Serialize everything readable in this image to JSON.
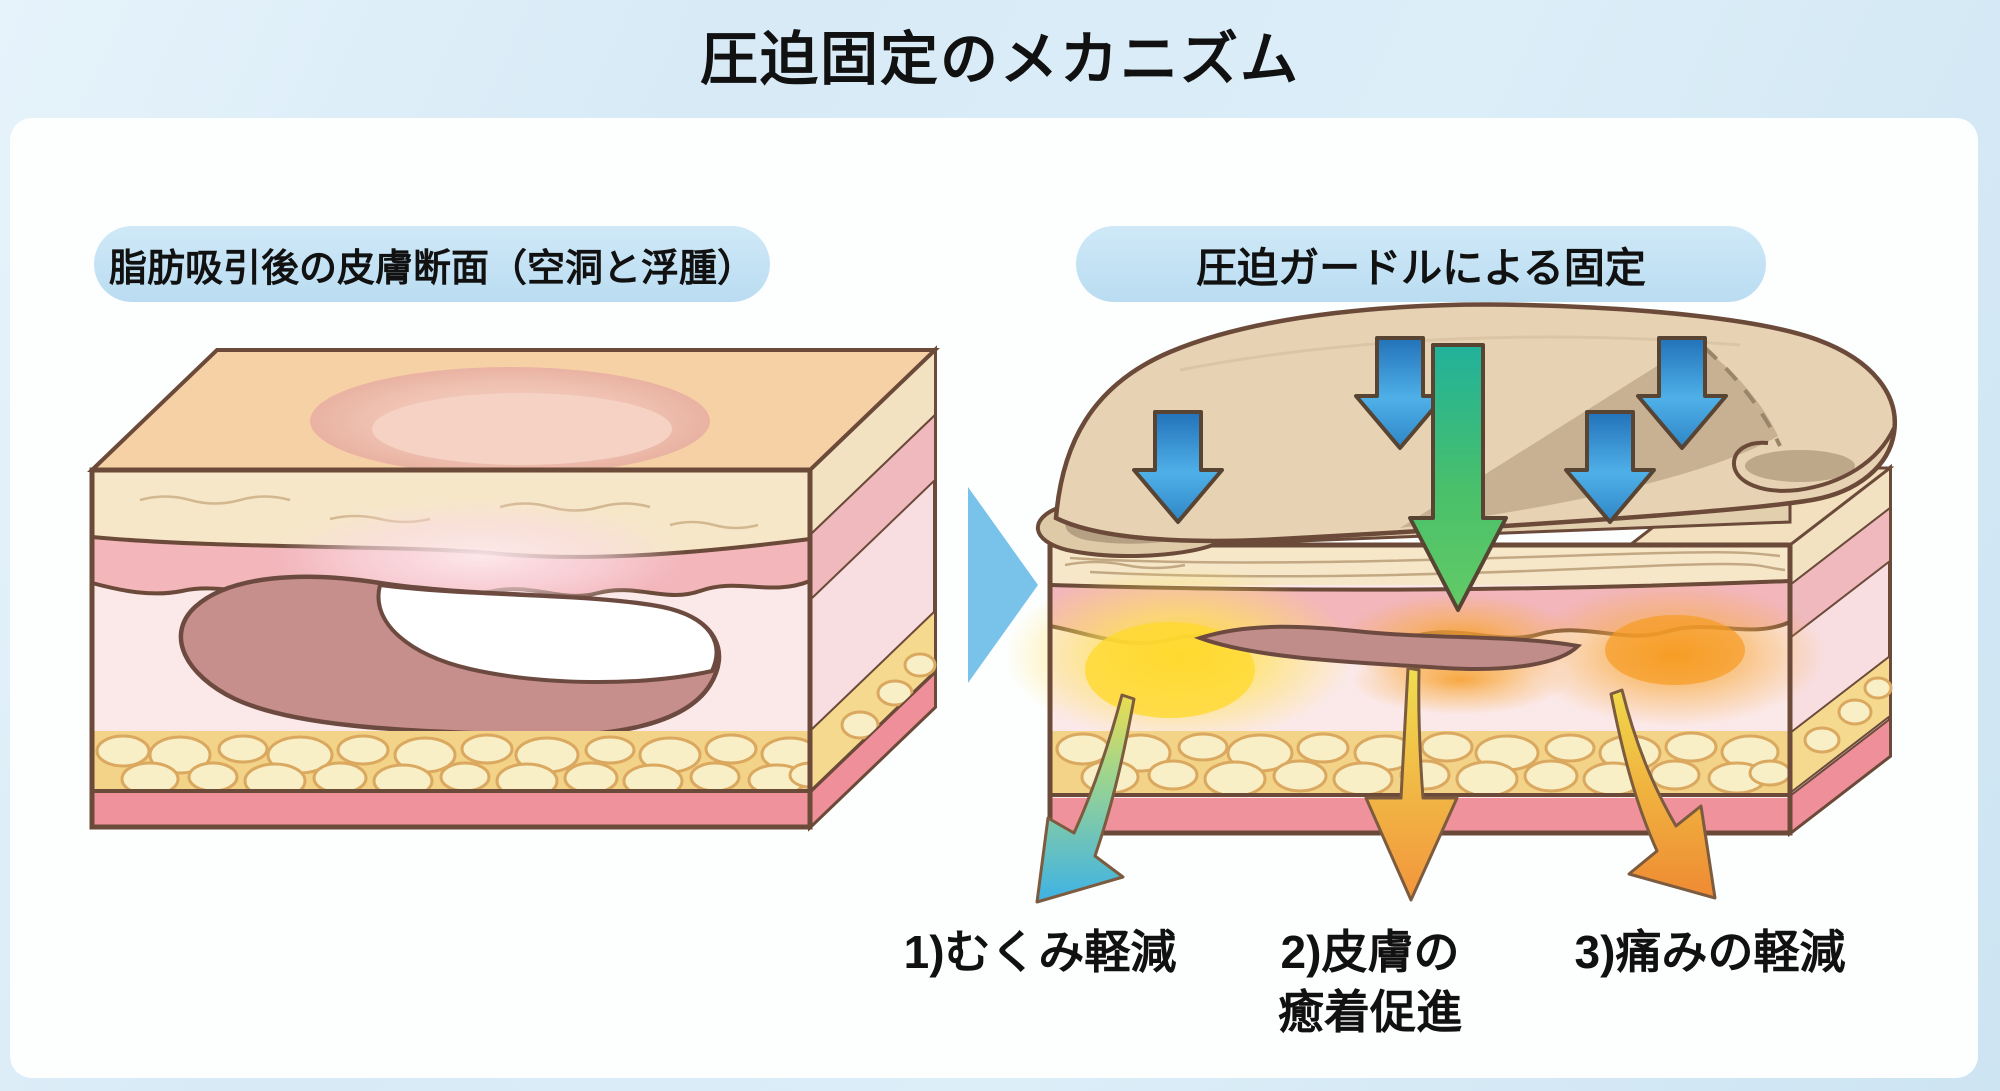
{
  "page": {
    "title": "圧迫固定のメカニズム"
  },
  "panels": {
    "left": {
      "header": "脂肪吸引後の皮膚断面（空洞と浮腫）"
    },
    "right": {
      "header": "圧迫ガードルによる固定"
    }
  },
  "effects": [
    {
      "line1": "1)むくみ軽減",
      "line2": ""
    },
    {
      "line1": "2)皮膚の",
      "line2": "癒着促進"
    },
    {
      "line1": "3)痛みの軽減",
      "line2": ""
    }
  ],
  "icons": {
    "transition_arrow": "right-pointing-triangle",
    "compression_arrows": "blue-down-block-arrows",
    "penetration_arrow": "green-down-block-arrow",
    "drainage_arrow": "curved-tapered-arrow-down-left",
    "adhesion_arrow": "straight-tapered-arrow-down",
    "pain_relief_arrow": "curved-tapered-arrow-down-right"
  },
  "palette": {
    "background": "#d9ecf7",
    "card": "#fdfefe",
    "header_pill": "#c3e2f4",
    "title_text": "#111111",
    "outline": "#6b4a39",
    "skin_top": "#f7d1a6",
    "edema_bump": "#edb9aa",
    "epidermis": "#f6e7c8",
    "dermis": "#f2b6bb",
    "subcutis": "#fbe9ea",
    "cavity_tissue": "#c78f8c",
    "cavity_flat": "#c08d8a",
    "cavity_void": "#ffffff",
    "fat_base": "#f2d388",
    "fat_bubble": "#f9efc6",
    "muscle_base": "#f0929b",
    "girdle_fabric": "#e7d3b3",
    "girdle_shadow": "#c3ac8d",
    "compression_arrow_blue": "#2f8ccb",
    "penetration_arrow_green": "#3dbd7d",
    "transition_arrow": "#79c3eb",
    "edema_glow_yellow": "#ffd622",
    "pain_glow_orange": "#f79b22"
  }
}
